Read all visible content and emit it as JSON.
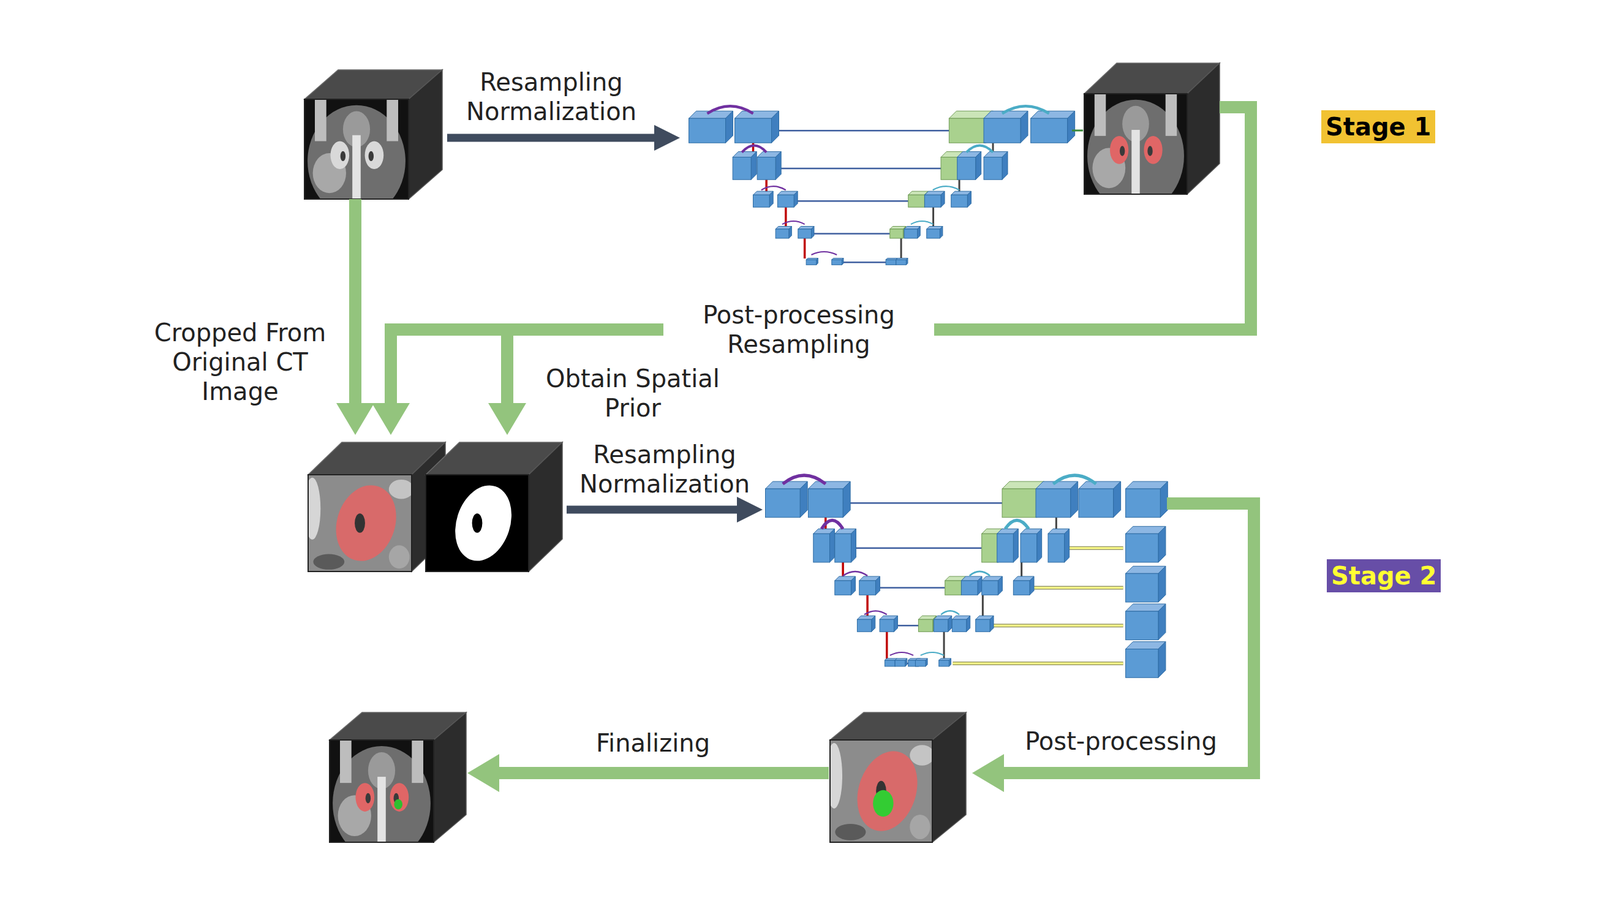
{
  "diagram": {
    "nodes": [
      {
        "text": [
          "Stage 1"
        ]
      },
      {
        "text": [
          "Stage 2"
        ]
      }
    ],
    "labels": [
      "Resampling Normalization",
      "Cropped From Original CT Image",
      "Post-processing Resampling",
      "Obtain Spatial Prior",
      "Resampling Normalization",
      "Finalizing",
      "Post-processing"
    ]
  }
}
